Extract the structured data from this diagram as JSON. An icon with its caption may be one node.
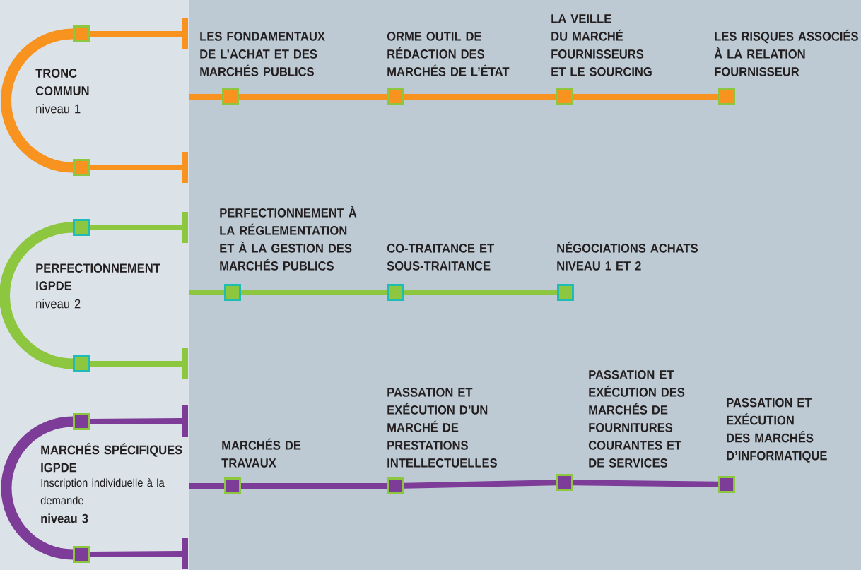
{
  "diagram": {
    "nodes": [
      {
        "text": [],
        "shape": "box"
      },
      {
        "text": [],
        "shape": "bar"
      },
      {
        "text": [],
        "shape": "box"
      },
      {
        "text": [],
        "shape": "bar"
      },
      {
        "text": [],
        "shape": "box",
        "beside": [
          "LES FONDAMENTAUX DE L’ACHAT ET DES MARCHÉS PUBLICS"
        ]
      },
      {
        "text": [],
        "shape": "box",
        "beside": [
          "ORME OUTIL DE RÉDACTION DES MARCHÉS DE L’ÉTAT"
        ]
      },
      {
        "text": [],
        "shape": "box",
        "beside": [
          "LA VEILLE DU MARCHÉ FOURNISSEURS ET LE SOURCING"
        ]
      },
      {
        "text": [],
        "shape": "box",
        "beside": [
          "LES RISQUES ASSOCIÉS À LA RELATION FOURNISSEUR"
        ]
      },
      {
        "text": [],
        "shape": "box"
      },
      {
        "text": [],
        "shape": "bar"
      },
      {
        "text": [],
        "shape": "box"
      },
      {
        "text": [],
        "shape": "bar"
      },
      {
        "text": [],
        "shape": "box",
        "beside": [
          "PERFECTIONNEMENT À LA RÉGLEMENTATION ET À LA GESTION DES MARCHÉS PUBLICS"
        ]
      },
      {
        "text": [],
        "shape": "box",
        "beside": [
          "CO-TRAITANCE ET SOUS-TRAITANCE"
        ]
      },
      {
        "text": [],
        "shape": "box",
        "beside": [
          "NÉGOCIATIONS ACHATS NIVEAU 1 ET 2"
        ]
      },
      {
        "text": [],
        "shape": "box"
      },
      {
        "text": [],
        "shape": "bar"
      },
      {
        "text": [],
        "shape": "box"
      },
      {
        "text": [],
        "shape": "bar"
      },
      {
        "text": [],
        "shape": "box",
        "beside": [
          "MARCHÉS DE TRAVAUX"
        ]
      },
      {
        "text": [],
        "shape": "box",
        "beside": [
          "PASSATION ET EXÉCUTION D’UN MARCHÉ DE PRESTATIONS INTELLECTUELLES"
        ]
      },
      {
        "text": [],
        "shape": "box",
        "beside": [
          "PASSATION ET EXÉCUTION DES MARCHÉS DE FOURNITURES COURANTES ET DE SERVICES"
        ]
      },
      {
        "text": [],
        "shape": "box",
        "beside": [
          "PASSATION ET EXÉCUTION DES MARCHÉS D’INFORMATIQUE"
        ]
      }
    ],
    "edges": [
      {
        "from": 0,
        "to": 2,
        "arrow": "none",
        "style": "thick",
        "color": "#f7931e"
      },
      {
        "from": 0,
        "to": 1,
        "arrow": "none",
        "color": "#f7931e"
      },
      {
        "from": 2,
        "to": 3,
        "arrow": "none",
        "color": "#f7931e"
      },
      {
        "from": null,
        "to": 4,
        "arrow": "none",
        "color": "#f7931e"
      },
      {
        "from": 4,
        "to": 5,
        "arrow": "none",
        "color": "#f7931e"
      },
      {
        "from": 5,
        "to": 6,
        "arrow": "none",
        "color": "#f7931e"
      },
      {
        "from": 6,
        "to": 7,
        "arrow": "none",
        "color": "#f7931e"
      },
      {
        "from": 8,
        "to": 10,
        "arrow": "none",
        "style": "thick",
        "color": "#8dc63f"
      },
      {
        "from": 8,
        "to": 9,
        "arrow": "none",
        "color": "#8dc63f"
      },
      {
        "from": 10,
        "to": 11,
        "arrow": "none",
        "color": "#8dc63f"
      },
      {
        "from": null,
        "to": 12,
        "arrow": "none",
        "color": "#8dc63f"
      },
      {
        "from": 12,
        "to": 13,
        "arrow": "none",
        "color": "#8dc63f"
      },
      {
        "from": 13,
        "to": 14,
        "arrow": "none",
        "color": "#8dc63f"
      },
      {
        "from": 15,
        "to": 17,
        "arrow": "none",
        "style": "thick",
        "color": "#7d3c98"
      },
      {
        "from": 15,
        "to": 16,
        "arrow": "none",
        "color": "#7d3c98"
      },
      {
        "from": 17,
        "to": 18,
        "arrow": "none",
        "color": "#7d3c98"
      },
      {
        "from": null,
        "to": 19,
        "arrow": "none",
        "color": "#7d3c98"
      },
      {
        "from": 19,
        "to": 20,
        "arrow": "none",
        "color": "#7d3c98"
      },
      {
        "from": 20,
        "to": 21,
        "arrow": "none",
        "color": "#7d3c98"
      },
      {
        "from": 21,
        "to": 22,
        "arrow": "none",
        "color": "#7d3c98"
      }
    ],
    "labels": [
      "TRONC COMMUN",
      "niveau 1",
      "PERFECTIONNEMENT IGPDE",
      "niveau 2",
      "MARCHÉS SPÉCIFIQUES IGPDE",
      "Inscription individuelle à la demande",
      "niveau 3"
    ]
  }
}
